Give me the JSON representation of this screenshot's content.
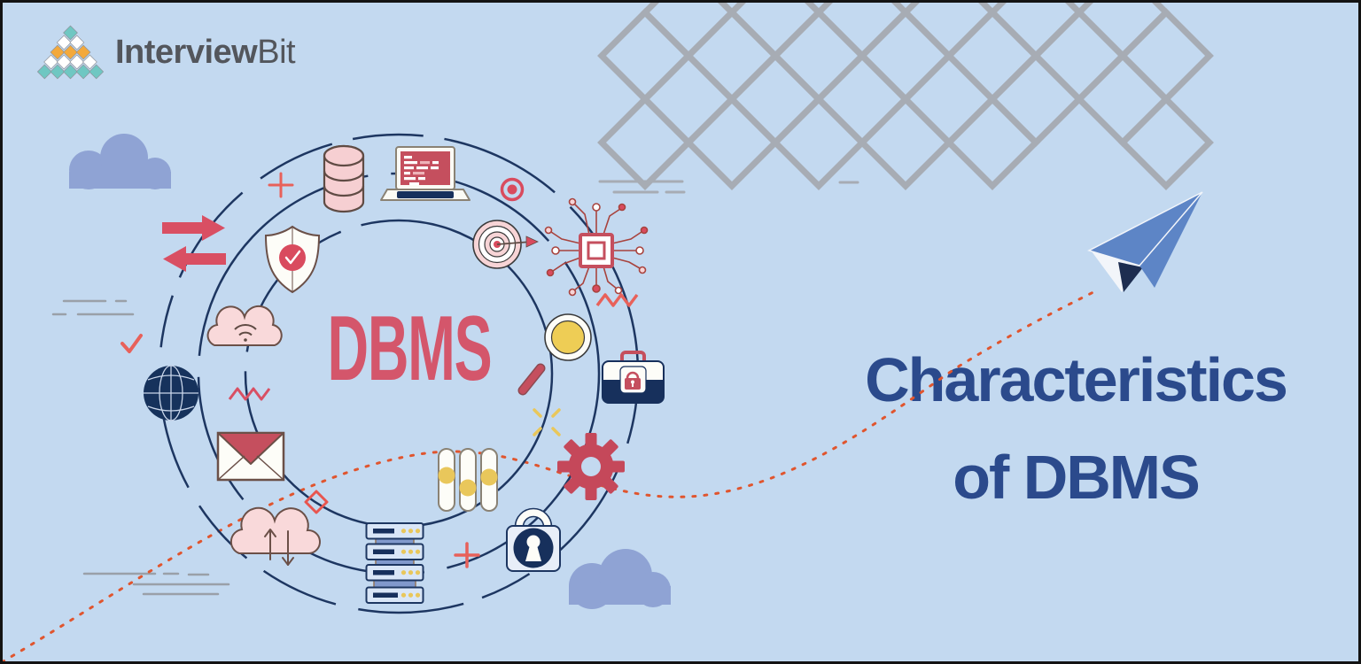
{
  "brand": {
    "logo_text_bold": "Interview",
    "logo_text_light": "Bit"
  },
  "hub": {
    "label": "DBMS"
  },
  "title": {
    "line1": "Characteristics",
    "line2": "of DBMS"
  },
  "colors": {
    "background": "#c3d9f0",
    "accent_red": "#d4566b",
    "icon_red": "#d94b5e",
    "navy": "#1d3661",
    "dark_navy": "#17305c",
    "title_blue": "#2b4a8c",
    "pink": "#f7d4d6",
    "yellow": "#e9c75b",
    "lattice_gray": "#a7acb4",
    "cloud_blue": "#8fa3d4",
    "plane_blue": "#5d85c6",
    "trail_orange": "#e0552e",
    "logo_teal": "#6fc7c2",
    "logo_orange": "#f3a93c",
    "logo_text": "#53565c"
  },
  "illustration": {
    "hub_icon_names": [
      "plus-icon",
      "database-icon",
      "laptop-code-icon",
      "record-dot-icon",
      "target-arrow-icon",
      "cpu-chip-icon",
      "shield-check-icon",
      "transfer-arrows-icon",
      "cloud-wifi-icon",
      "zigzag-icon",
      "globe-icon",
      "envelope-icon",
      "diamond-outline-icon",
      "cloud-sync-icon",
      "server-stack-icon",
      "sliders-icon",
      "gear-icon",
      "sparkle-icon",
      "padlock-icon",
      "briefcase-lock-icon",
      "magnifier-icon",
      "check-icon"
    ],
    "decoration_names": [
      "lattice-pattern",
      "paper-plane-icon",
      "dotted-trail",
      "cloud",
      "orbit-rings",
      "speed-lines"
    ]
  }
}
